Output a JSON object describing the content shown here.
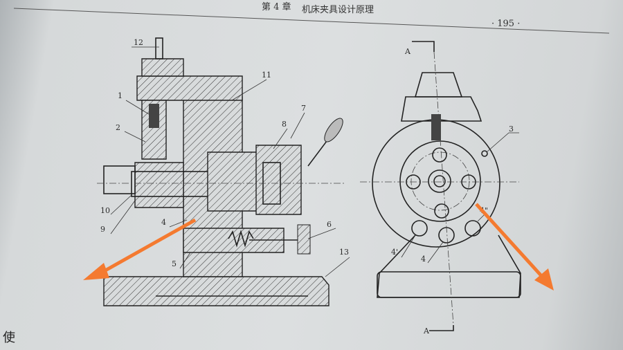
{
  "header": {
    "chapter": "第 4 章",
    "title": "机床夹具设计原理",
    "page_number": "· 195 ·"
  },
  "figure": {
    "section_view_labels": [
      "12",
      "1",
      "2",
      "11",
      "7",
      "8",
      "10",
      "9",
      "4",
      "5",
      "6",
      "13"
    ],
    "front_view_labels": {
      "part3": "3",
      "part4_prime": "4'",
      "part4": "4",
      "part4_double_prime": "4\"",
      "section_top": "A",
      "section_bottom": "A"
    }
  },
  "margin_text": "使",
  "colors": {
    "arrow": "#f47a30",
    "paper": "#dcdfe0",
    "ink": "#222222"
  }
}
